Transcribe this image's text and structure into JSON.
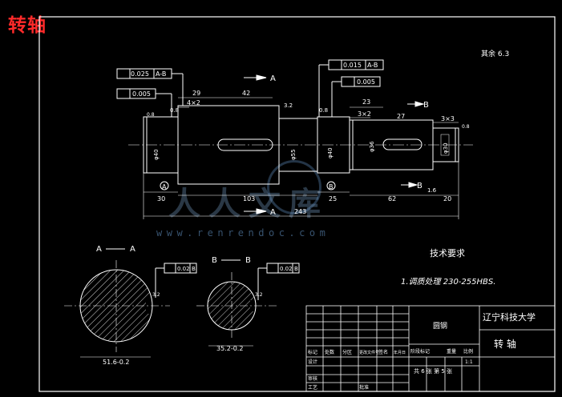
{
  "title": "转轴",
  "watermark": {
    "text": "人人文库",
    "url": "www.renrendoc.com"
  },
  "top_right_note": "其余 6.3",
  "section_labels": {
    "aa_left": "A",
    "aa_right": "A",
    "bb_left": "B",
    "bb_right": "B"
  },
  "section_markers": {
    "a_top": "A",
    "a_bottom": "A",
    "b_top": "B",
    "b_bottom": "B"
  },
  "tolerance_frames": {
    "runout_a_value": "0.025",
    "runout_a_ref": "A-B",
    "cyl_a_value": "0.005",
    "runout_b_value": "0.015",
    "runout_b_ref": "A-B",
    "cyl_b_value": "0.005",
    "sym_a_value": "0.02",
    "sym_a_ref": "B",
    "sym_b_value": "0.02",
    "sym_b_ref": "B"
  },
  "dims": {
    "d29": "29",
    "d42": "42",
    "d4x2": "4×2",
    "d23": "23",
    "d3x2": "3×2",
    "d27": "27",
    "d3x3": "3×3",
    "d30": "30",
    "d103": "103",
    "d25": "25",
    "d62": "62",
    "d20": "20",
    "d243": "243",
    "dia1": "φ40",
    "dia2": "φ55",
    "dia3": "φ40",
    "dia4": "φ36",
    "dia5": "φ30",
    "sec_a_width": "51.6-0.2",
    "sec_b_width": "35.2-0.2",
    "rough_32": "3.2",
    "rough_08": "0.8",
    "rough_16": "1.6"
  },
  "notes": {
    "heading": "技术要求",
    "item1": "1.调质处理 230-255HBS."
  },
  "title_block": {
    "part_name": "转 轴",
    "org": "辽宁科技大学",
    "material": "圆钢",
    "scale": "1:1",
    "sheet": "共 6 张 第 5 张",
    "row_labels": [
      "标记",
      "设计",
      "审核",
      "工艺"
    ],
    "col_labels": [
      "处数",
      "分区",
      "更改文件号",
      "签名",
      "年月日"
    ],
    "mid_labels": [
      "阶段标记",
      "重量",
      "比例"
    ],
    "approve": "批准"
  }
}
